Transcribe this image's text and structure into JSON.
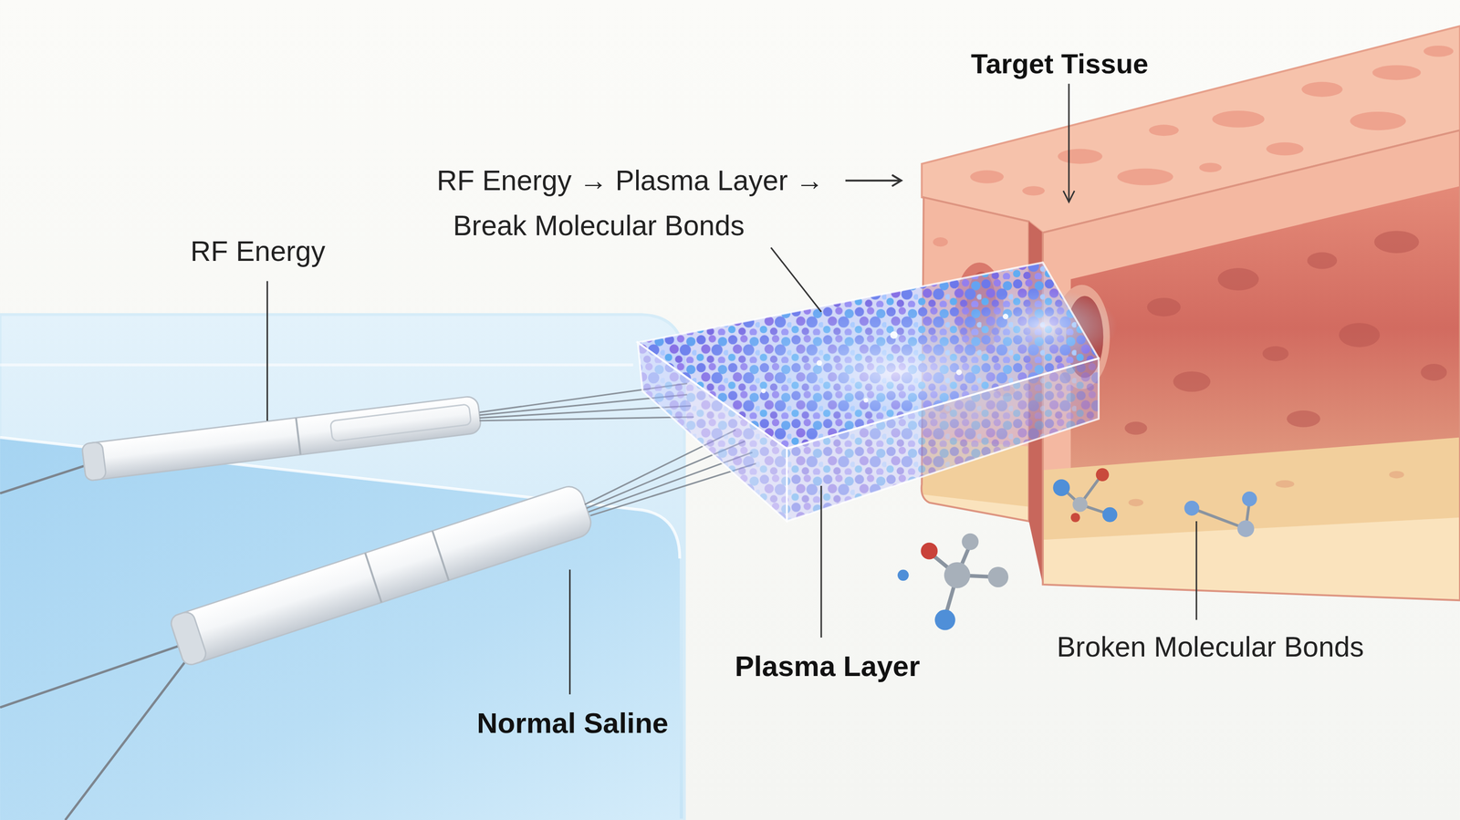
{
  "diagram": {
    "labels": [
      "Target Tissue",
      "RF Energy → Plasma Layer →",
      "Break Molecular Bonds",
      "RF Energy",
      "Plasma Layer",
      "Normal Saline",
      "Broken Molecular Bonds"
    ]
  }
}
